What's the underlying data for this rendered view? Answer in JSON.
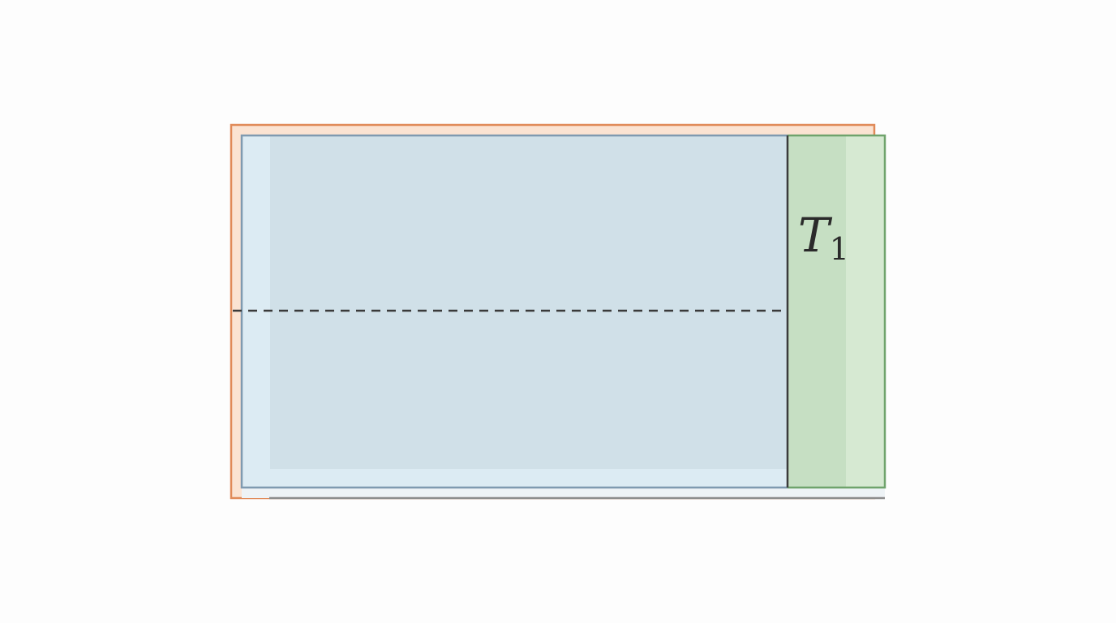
{
  "diagram": {
    "regions": [
      {
        "id": "orange-region",
        "fill": "#fbe3d2",
        "stroke": "#e08a58"
      },
      {
        "id": "blue-region",
        "fill": "#dcebf3",
        "inner_fill": "#d0e0e8",
        "stroke": "#7f9ab0"
      },
      {
        "id": "green-region",
        "fill": "#d6e9d2",
        "inner_fill": "#c6dfc3",
        "stroke": "#6fa36c"
      }
    ],
    "divider_color": "#3b3b3b",
    "dashed_line_color": "#3a3a3a",
    "label": {
      "main": "T",
      "subscript": "1"
    }
  }
}
